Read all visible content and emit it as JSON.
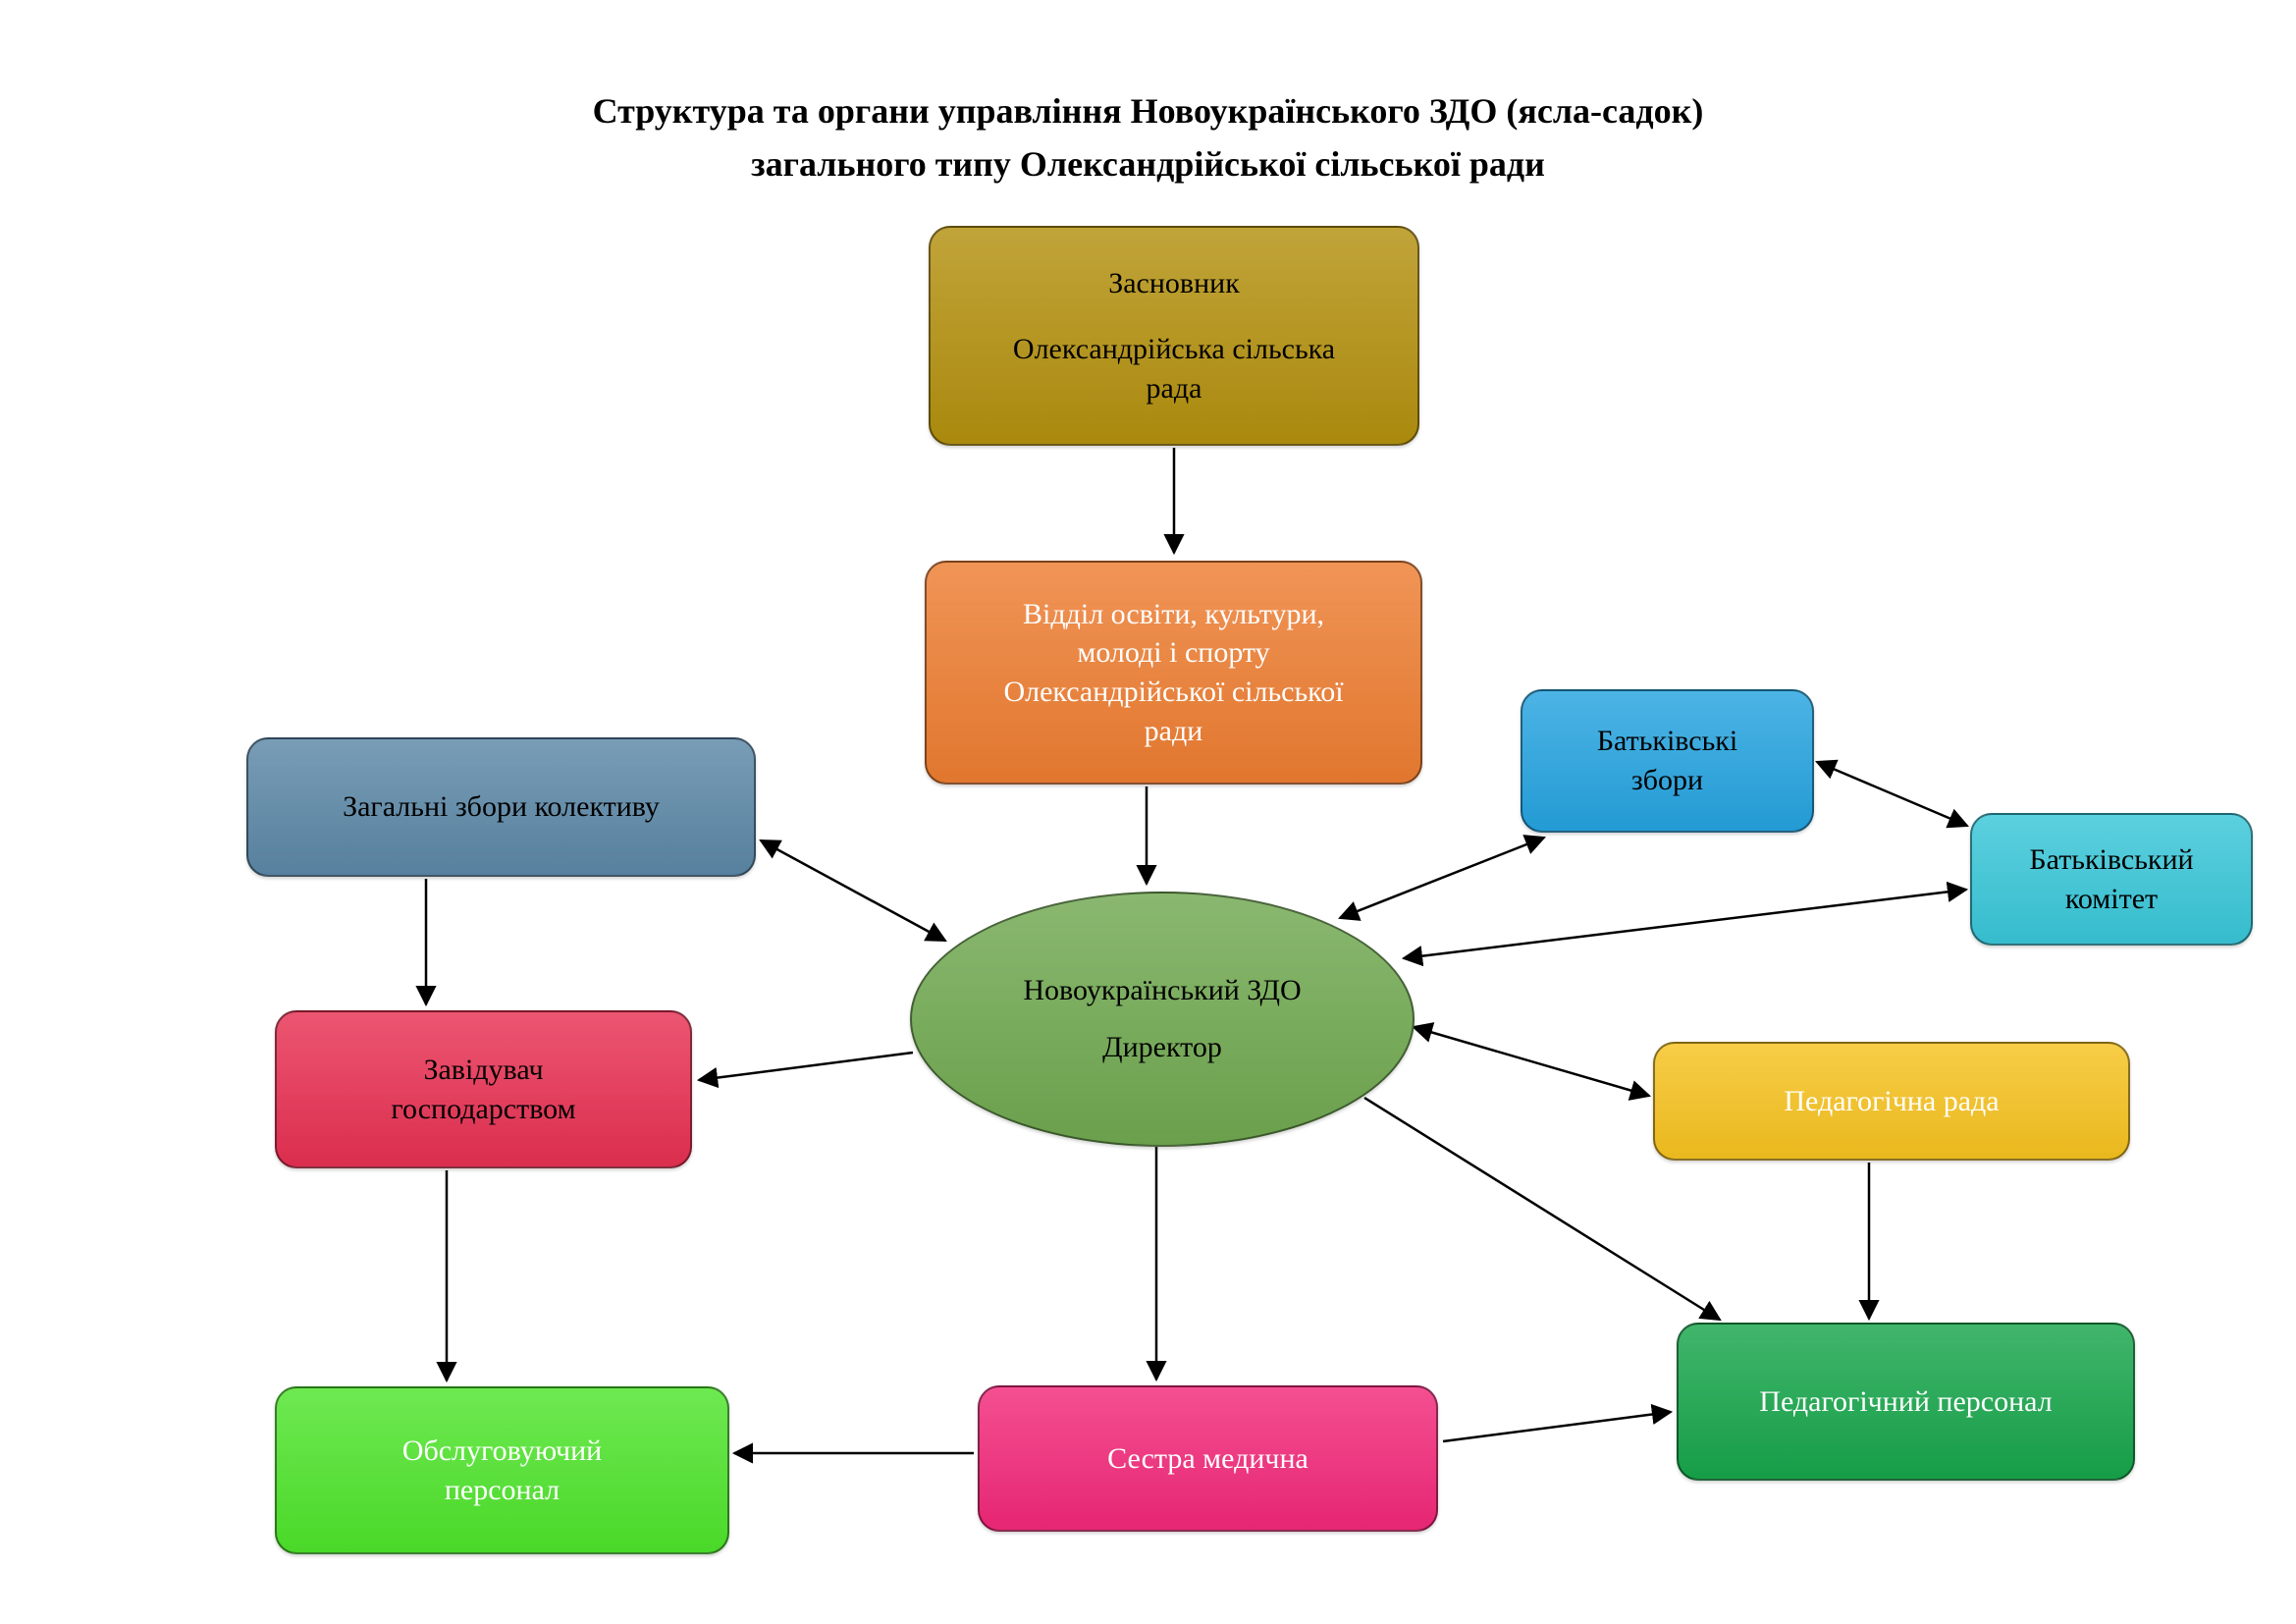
{
  "title": {
    "line1": "Структура та органи управління Новоукраїнського ЗДО (ясла-садок)",
    "line2": "загального типу Олександрійської сільської ради"
  },
  "nodes": {
    "founder": {
      "label": "Засновник",
      "sublabel": "Олександрійська сільська рада",
      "color": "#b3900e"
    },
    "education_dept": {
      "label": "Відділ освіти, культури, молоді і спорту Олександрійської сільської ради",
      "color": "#ed7d31"
    },
    "parents_meeting": {
      "label": "Батьківські збори",
      "color": "#25a3df"
    },
    "parents_committee": {
      "label": "Батьківський комітет",
      "color": "#38c6d8"
    },
    "staff_meeting": {
      "label": "Загальні збори колективу",
      "color": "#5b87a6"
    },
    "director": {
      "label": "Новоукраїнський ЗДО",
      "sublabel": "Директор",
      "color": "#70a850"
    },
    "household_manager": {
      "label": "Завідувач господарством",
      "color": "#e73052"
    },
    "pedagogical_council": {
      "label": "Педагогічна рада",
      "color": "#f6c21f"
    },
    "pedagogical_staff": {
      "label": "Педагогічний персонал",
      "color": "#17a54b"
    },
    "service_staff": {
      "label": "Обслуговуючий персонал",
      "color": "#4ee42b"
    },
    "medical_nurse": {
      "label": "Сестра медична",
      "color": "#f22879"
    }
  }
}
